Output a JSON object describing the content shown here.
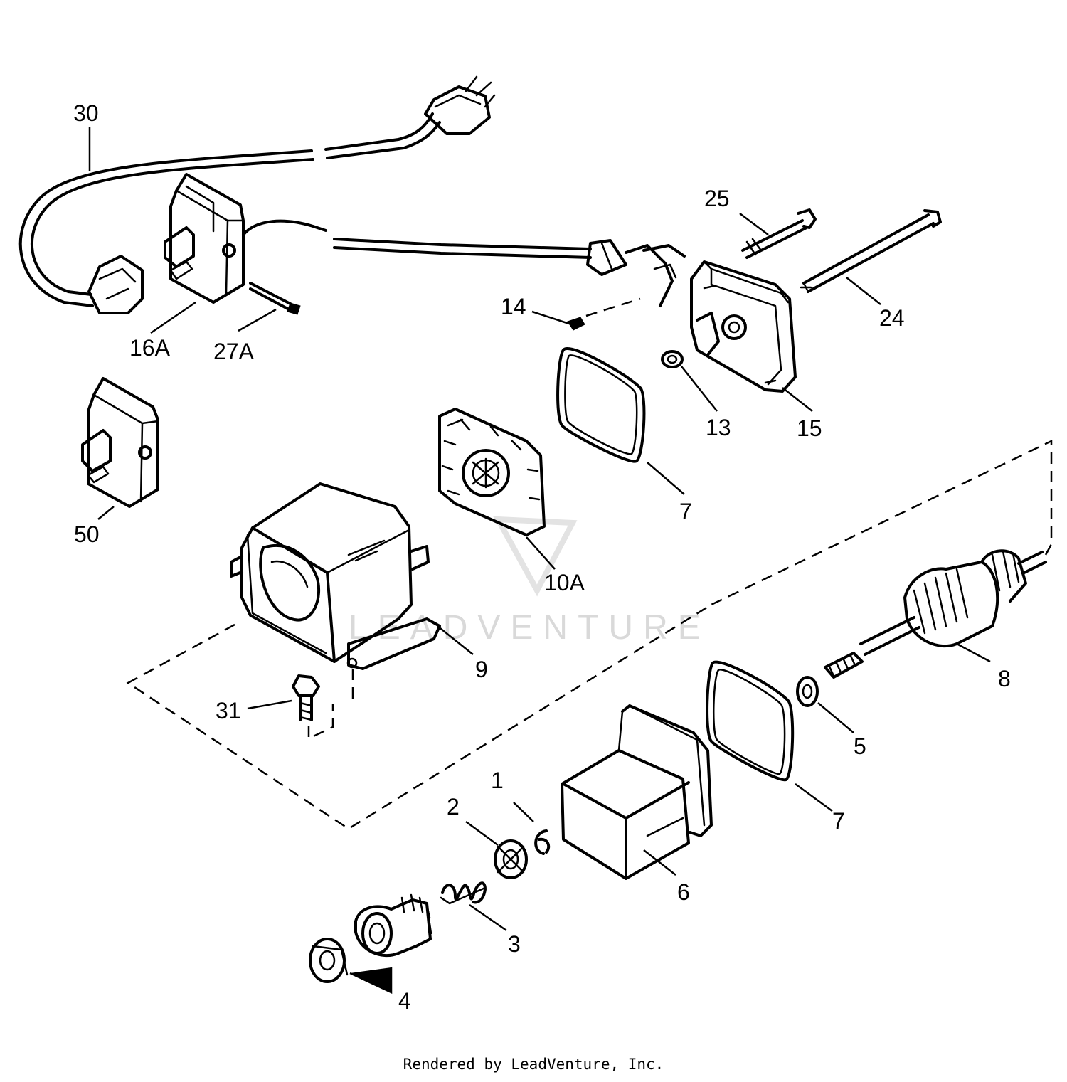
{
  "labels": {
    "p30": "30",
    "p16a": "16A",
    "p27a": "27A",
    "p25": "25",
    "p24": "24",
    "p14": "14",
    "p13": "13",
    "p15": "15",
    "p7_upper": "7",
    "p50": "50",
    "p10a": "10A",
    "p9": "9",
    "p31": "31",
    "p8": "8",
    "p5": "5",
    "p7_lower": "7",
    "p1": "1",
    "p2": "2",
    "p6": "6",
    "p3": "3",
    "p4": "4"
  },
  "watermark": "LEADVENTURE",
  "footer": "Rendered by LeadVenture, Inc."
}
